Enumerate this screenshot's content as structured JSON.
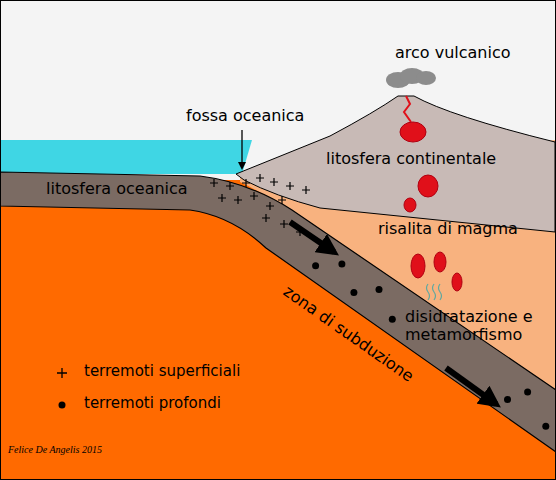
{
  "diagram": {
    "labels": [
      "arco vulcanico",
      "fossa oceanica",
      "litosfera continentale",
      "litosfera oceanica",
      "risalita di magma",
      "zona di subduzione",
      "disidratazione e metamorfismo",
      "Felice De Angelis 2015"
    ],
    "legend": [
      {
        "text": "terremoti superficiali"
      },
      {
        "text": "terremoti profondi"
      }
    ]
  }
}
